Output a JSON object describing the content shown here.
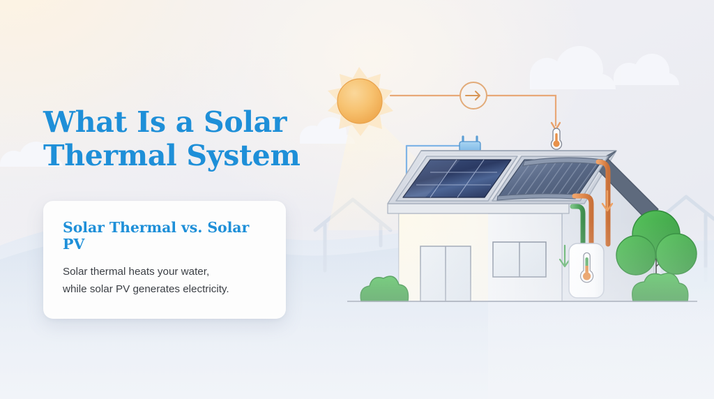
{
  "page": {
    "background_warm": "#fdf3e2",
    "background_cool": "#e9ebf2"
  },
  "hero": {
    "title": "What Is a Solar\nThermal System",
    "title_color": "#1e8fd8"
  },
  "card": {
    "heading": "Solar Thermal vs. Solar PV",
    "heading_color": "#1e8fd8",
    "body": "Solar thermal heats your water,\nwhile solar PV generates electricity.",
    "body_color": "#3b3f45",
    "background": "#fdfdfd"
  },
  "illustration": {
    "name": "solar-thermal-system-diagram",
    "elements": {
      "sun": {
        "name": "sun-icon",
        "color": "#f5b85a",
        "corona_color": "#fbe3bd"
      },
      "sun_ray": {
        "name": "sunbeam",
        "color": "#fdf6e8"
      },
      "flow_arrow_badge": {
        "name": "arrow-right-circle-icon",
        "color": "#e0a46a"
      },
      "heat_flow_line": {
        "name": "heat-flow-path",
        "color": "#e8a877"
      },
      "roof_thermometer": {
        "name": "thermometer-icon",
        "color": "#e8914a"
      },
      "electric_plug": {
        "name": "plug-icon",
        "color": "#6aa9e0"
      },
      "electric_wire": {
        "name": "electric-wire",
        "color": "#7fb4e6"
      },
      "pv_panel": {
        "name": "solar-pv-panel",
        "color": "#2c3f6b",
        "cells": "3x3"
      },
      "thermal_collector": {
        "name": "solar-thermal-collector",
        "color": "#5d6d8c",
        "tubes": 9
      },
      "copper_pipe_hot": {
        "name": "hot-water-pipe",
        "color": "#e08a4e"
      },
      "copper_pipe_cold": {
        "name": "cold-water-pipe",
        "color": "#5eae6a"
      },
      "water_tank": {
        "name": "water-heater-tank",
        "color": "#ffffff"
      },
      "tank_thermometer": {
        "name": "tank-thermometer-icon",
        "color": "#e8914a",
        "fill_color": "#5eae6a"
      },
      "house": {
        "name": "house-illustration",
        "wall_color": "#fbfaf4",
        "roof_color": "#5a6578"
      },
      "door": {
        "name": "sliding-glass-door"
      },
      "window": {
        "name": "house-window"
      },
      "tree": {
        "name": "tree-illustration",
        "color": "#4caf50"
      },
      "bush_left": {
        "name": "bush-illustration",
        "color": "#4caf50"
      },
      "ghost_house_left": {
        "name": "background-house-outline",
        "color": "#dde3ee"
      },
      "ghost_house_right": {
        "name": "background-house-outline",
        "color": "#dde3ee"
      },
      "clouds": {
        "name": "cloud-shapes",
        "color": "#f7f8fb"
      },
      "hill": {
        "name": "background-hill",
        "color": "#dde6f1"
      },
      "ground_line": {
        "name": "ground-line",
        "color": "#9aa3b2"
      }
    }
  }
}
